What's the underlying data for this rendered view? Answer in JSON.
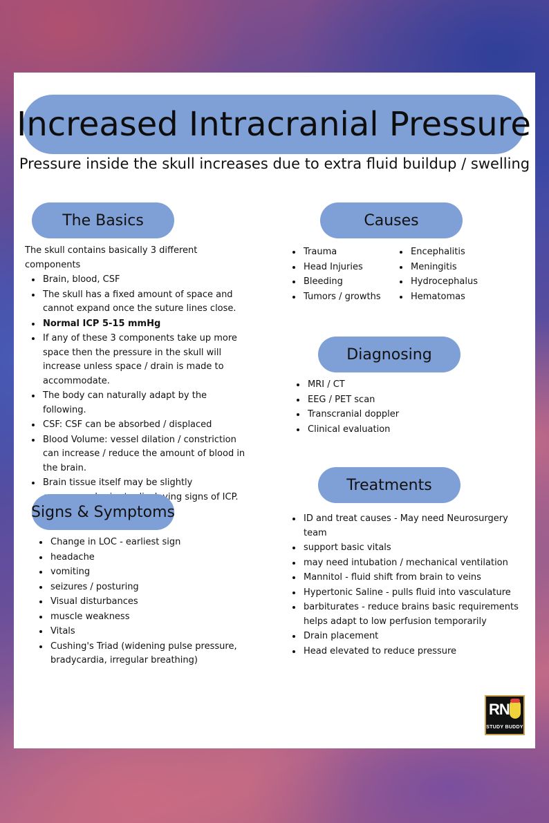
{
  "header": {
    "title": "Increased Intracranial Pressure",
    "subtitle": "Pressure inside the skull increases due to extra fluid buildup / swelling"
  },
  "basics": {
    "heading": "The Basics",
    "lead": "The skull contains basically 3 different components",
    "items": [
      "Brain, blood, CSF",
      "The skull has a fixed amount of space and cannot expand once the suture lines close.",
      "Normal ICP 5-15 mmHg",
      "If any of these 3 components take up more space then the pressure in the skull will increase unless space / drain is made to accommodate.",
      "The body can naturally adapt by the following.",
      "CSF: CSF can be absorbed / displaced",
      "Blood Volume: vessel dilation / constriction can increase / reduce the amount of blood in the brain.",
      "Brain tissue itself may be slightly compressed prior to displaying signs of ICP."
    ]
  },
  "causes": {
    "heading": "Causes",
    "col1": [
      "Trauma",
      "Head Injuries",
      "Bleeding",
      "Tumors / growths"
    ],
    "col2": [
      "Encephalitis",
      "Meningitis",
      "Hydrocephalus",
      "Hematomas"
    ]
  },
  "diagnosing": {
    "heading": "Diagnosing",
    "items": [
      "MRI / CT",
      "EEG / PET scan",
      "Transcranial doppler",
      "Clinical evaluation"
    ]
  },
  "signs": {
    "heading": "Signs & Symptoms",
    "items": [
      "Change in LOC - earliest sign",
      "headache",
      "vomiting",
      "seizures / posturing",
      "Visual disturbances",
      "muscle weakness",
      "Vitals",
      "Cushing's Triad (widening pulse pressure, bradycardia, irregular breathing)"
    ]
  },
  "treatments": {
    "heading": "Treatments",
    "items": [
      "ID and treat causes - May need Neurosurgery team",
      "support basic vitals",
      "may need intubation / mechanical ventilation",
      "Mannitol - fluid shift from brain to veins",
      "Hypertonic Saline - pulls fluid into vasculature",
      "barbiturates - reduce brains basic requirements helps adapt to low perfusion temporarily",
      "Drain placement",
      "Head elevated to reduce pressure"
    ]
  },
  "logo": {
    "rn": "RN",
    "buddy": "STUDY BUDDY"
  }
}
